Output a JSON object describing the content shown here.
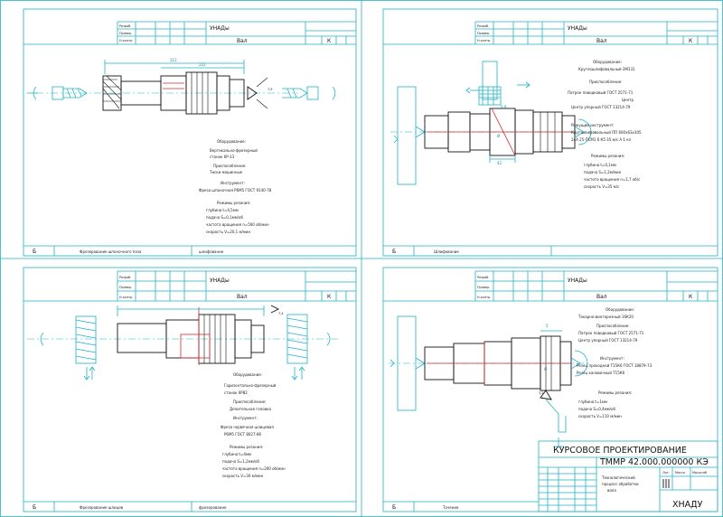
{
  "sheets": [
    {
      "part": "Вал",
      "title_block": {
        "org": "УНАДы",
        "col1": "Разраб.",
        "col2": "Провер.",
        "col3": "Н.контр.",
        "sheet": "К"
      },
      "footer": "Фрезерование шпоночного паза",
      "footer_right": "шлифование",
      "equipment": [
        "Оборудование:",
        "Вертикально-фрезерный",
        "станок 6Р-13",
        "Приспособление:",
        "Тиски машинные",
        "Инструмент:",
        "Фреза шпоночная Р6М5 ГОСТ 9140-78",
        "Режимы резания:",
        "глубина t=4,5мм",
        "подача S=0,1мм/об",
        "частота вращения n=500 об/мин",
        "скорость V=20,1 м/мин"
      ]
    },
    {
      "part": "Вал",
      "title_block": {
        "org": "УНАДы",
        "col1": "Разраб.",
        "col2": "Провер.",
        "col3": "Н.контр.",
        "sheet": "К"
      },
      "footer": "Шлифование",
      "equipment": [
        "Оборудование:",
        "Круглошлифовальный 3М131",
        "Приспособление:",
        "Патрон поводковый ГОСТ 2571-71",
        "Центр",
        "Центр упорный ГОСТ 13214-79",
        "Режущий инструмент:",
        "Круг шлифовальный ПП 600х63х305",
        "24А 25-ПСМ1 6 К5 35 м/с А 1 кл",
        "Режимы резания:",
        "глубина t=0,1мм",
        "подача S=1,2м/мин",
        "частота вращения n=1,7 об/с",
        "скорость V=35 м/с"
      ]
    },
    {
      "part": "Вал",
      "title_block": {
        "org": "УНАДы",
        "col1": "Разраб.",
        "col2": "Провер.",
        "col3": "Н.контр.",
        "sheet": "К"
      },
      "footer": "Фрезерование шлицев",
      "footer_right": "фрезерование",
      "equipment": [
        "Оборудование:",
        "Горизонтально-фрезерный",
        "станок 6Р82",
        "Приспособление:",
        "Делительная головка",
        "Инструмент:",
        "Фреза червячная шлицевая",
        "Р6М5 ГОСТ 8027-86",
        "Режимы резания:",
        "глубина t=4мм",
        "подача S=1,2мм/об",
        "частота вращения n=200 об/мин",
        "скорость V=30 м/мин"
      ]
    },
    {
      "part": "Вал",
      "title_block": {
        "org": "УНАДы",
        "col1": "Разраб.",
        "col2": "Провер.",
        "col3": "Н.контр.",
        "sheet": "К"
      },
      "footer": "Точение",
      "equipment": [
        "Оборудование:",
        "Токарно-винторезный 16К20",
        "Приспособление:",
        "Патрон поводковый ГОСТ 2571-71",
        "Центр упорный ГОСТ 13214-79",
        "Инструмент:",
        "Резец проходной Т15К6 ГОСТ 18879-73",
        "Резец канавочный Т15К6",
        "Режимы резания:",
        "глубина t=1мм",
        "подача S=0,4мм/об",
        "скорость V=110 м/мин"
      ]
    }
  ],
  "main_title_block": {
    "heading": "КУРСОВОЕ ПРОЕКТИРОВАНИЕ",
    "doc_code": "ТММР 42.000.000000 КЭ",
    "doc_name_1": "Технологический",
    "doc_name_2": "процесс обработки",
    "doc_name_3": "вала",
    "org": "ХНАДУ",
    "lit": "Лит.",
    "mass": "Масса",
    "scale": "Масштаб"
  },
  "zone_label": "Б"
}
